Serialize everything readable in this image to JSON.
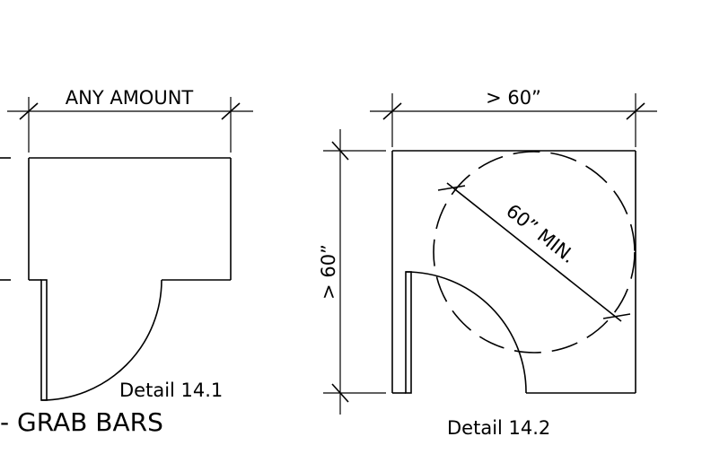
{
  "details": [
    {
      "id": "14.1",
      "caption": "Detail 14.1",
      "dimension_label": "ANY AMOUNT",
      "partial_note": "- GRAB BARS"
    },
    {
      "id": "14.2",
      "caption": "Detail 14.2",
      "width_label": "> 60”",
      "height_label": "> 60”",
      "diameter_label": "60” MIN."
    }
  ],
  "colors": {
    "line": "#000000",
    "background": "#ffffff"
  }
}
